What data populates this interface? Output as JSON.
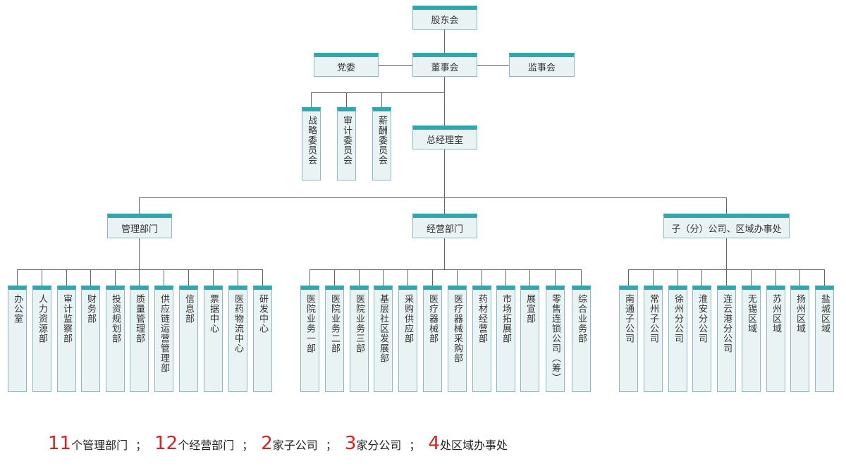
{
  "top": {
    "shareholders": "股东会",
    "party": "党委",
    "board": "董事会",
    "supervisors": "监事会",
    "committees": [
      "战略委员会",
      "审计委员会",
      "薪酬委员会"
    ],
    "gm_office": "总经理室"
  },
  "divisions": {
    "management": "管理部门",
    "operations": "经营部门",
    "subsidiaries": "子（分）公司、区域办事处"
  },
  "management_units": [
    "办公室",
    "人力资源部",
    "审计监察部",
    "财务部",
    "投资规划部",
    "质量管理部",
    "供应链运营管理部",
    "信息部",
    "票据中心",
    "医药物流中心",
    "研发中心"
  ],
  "operations_units": [
    "医院业务一部",
    "医院业务二部",
    "医院业务三部",
    "基层社区发展部",
    "采购供应部",
    "医疗器械部",
    "医疗器械采购部",
    "药材经营部",
    "市场拓展部",
    "展宣部",
    "零售连锁公司（筹）",
    "综合业务部"
  ],
  "subsidiary_units": [
    "南通子公司",
    "常州子公司",
    "徐州分公司",
    "淮安分公司",
    "连云港分公司",
    "无锡区域",
    "苏州区域",
    "扬州区域",
    "盐城区域"
  ],
  "summary": [
    {
      "num": "11",
      "text": "个管理部门"
    },
    {
      "num": "12",
      "text": "个经营部门"
    },
    {
      "num": "2",
      "text": "家子公司"
    },
    {
      "num": "3",
      "text": "家分公司"
    },
    {
      "num": "4",
      "text": "处区域办事处"
    }
  ],
  "summary_sep": "；",
  "colors": {
    "header": "#30a7ae",
    "fill": "#eaf3f4",
    "border": "#86bcc2",
    "line": "#666666",
    "number": "#e02020"
  }
}
